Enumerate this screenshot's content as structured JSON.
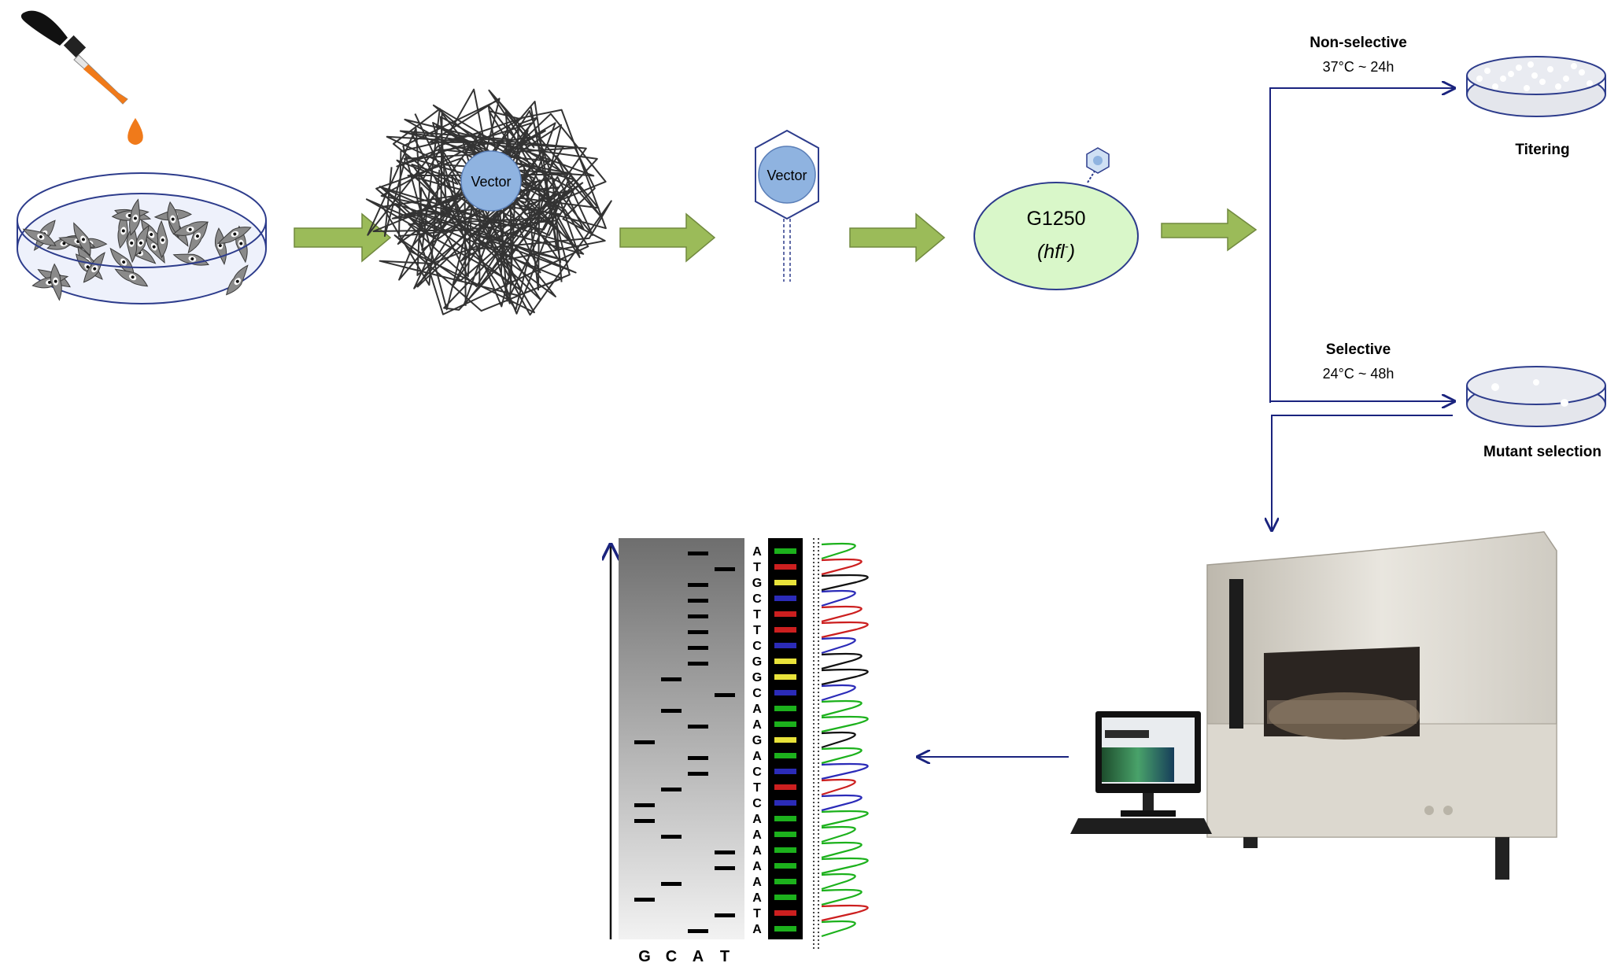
{
  "labels": {
    "vector_lambda": "Vector",
    "vector_phage": "Vector",
    "host_strain": "G1250",
    "host_genotype": "(hfl",
    "host_genotype_sup": "-",
    "host_genotype_close": ")",
    "nonselective_title": "Non-selective",
    "nonselective_cond": "37°C ~ 24h",
    "titering": "Titering",
    "selective_title": "Selective",
    "selective_cond": "24°C ~ 48h",
    "mutant_selection": "Mutant selection"
  },
  "sequencing": {
    "bases": [
      "A",
      "T",
      "G",
      "C",
      "T",
      "T",
      "C",
      "G",
      "G",
      "C",
      "A",
      "A",
      "G",
      "A",
      "C",
      "T",
      "C",
      "A",
      "A",
      "A",
      "A",
      "A",
      "A",
      "T",
      "A"
    ],
    "lane_headers": [
      "G",
      "C",
      "A",
      "T"
    ]
  },
  "colors": {
    "arrow_green": "#9bbb59",
    "arrow_green_edge": "#71893f",
    "host_fill": "#d9f7c9",
    "vector_fill": "#8fb3e0",
    "connector": "#1a237e",
    "base_A": "#1cb11c",
    "base_T": "#cc1f1f",
    "base_G": "#e8e23a",
    "base_C": "#2b2bb8"
  },
  "icons": {
    "dropper": "dropper-icon",
    "cell_dish": "cell-culture-dish-icon",
    "dna_tangle": "dna-tangle-icon",
    "phage": "phage-icon",
    "plate": "petri-plate-icon",
    "sequencer": "dna-sequencer-icon",
    "computer": "computer-icon"
  }
}
